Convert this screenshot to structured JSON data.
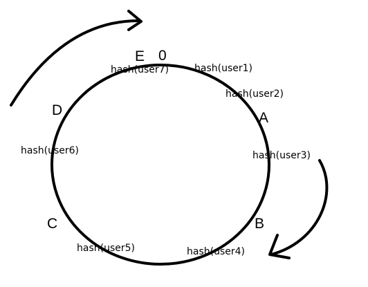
{
  "ring": {
    "stroke_color": "#000000",
    "background": "#ffffff"
  },
  "nodes": {
    "zero": "0",
    "a": "A",
    "b": "B",
    "c": "C",
    "d": "D",
    "e": "E"
  },
  "keys": {
    "user1": "hash(user1)",
    "user2": "hash(user2)",
    "user3": "hash(user3)",
    "user4": "hash(user4)",
    "user5": "hash(user5)",
    "user6": "hash(user6)",
    "user7": "hash(user7)"
  },
  "arrows": [
    {
      "name": "outer-arrow-top",
      "meaning": "clockwise"
    },
    {
      "name": "outer-arrow-right",
      "meaning": "clockwise"
    }
  ]
}
